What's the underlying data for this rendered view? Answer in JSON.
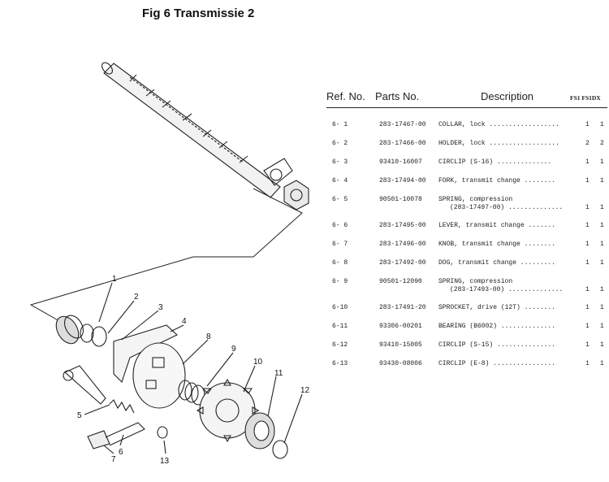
{
  "title": "Fig 6 Transmissie 2",
  "table": {
    "headers": {
      "ref": "Ref. No.",
      "parts": "Parts No.",
      "description": "Description",
      "qty": "FS1 FS1DX"
    },
    "rows": [
      {
        "ref": "6- 1",
        "parts": "283-17467-00",
        "desc": "COLLAR, lock ..................",
        "desc2": "",
        "q1": "1",
        "q2": "1"
      },
      {
        "ref": "6- 2",
        "parts": "283-17466-00",
        "desc": "HOLDER, lock ..................",
        "desc2": "",
        "q1": "2",
        "q2": "2"
      },
      {
        "ref": "6- 3",
        "parts": "93410-16007",
        "desc": "CIRCLIP (S-16) ..............",
        "desc2": "",
        "q1": "1",
        "q2": "1"
      },
      {
        "ref": "6- 4",
        "parts": "283-17494-00",
        "desc": "FORK, transmit change ........",
        "desc2": "",
        "q1": "1",
        "q2": "1"
      },
      {
        "ref": "6- 5",
        "parts": "90501-10078",
        "desc": "SPRING, compression",
        "desc2": "(283-17497-00) ..............",
        "q1": "1",
        "q2": "1"
      },
      {
        "ref": "6- 6",
        "parts": "283-17495-00",
        "desc": "LEVER, transmit change .......",
        "desc2": "",
        "q1": "1",
        "q2": "1"
      },
      {
        "ref": "6- 7",
        "parts": "283-17496-00",
        "desc": "KNOB, transmit change ........",
        "desc2": "",
        "q1": "1",
        "q2": "1"
      },
      {
        "ref": "6- 8",
        "parts": "283-17492-00",
        "desc": "DOG, transmit change .........",
        "desc2": "",
        "q1": "1",
        "q2": "1"
      },
      {
        "ref": "6- 9",
        "parts": "90501-12090",
        "desc": "SPRING, compression",
        "desc2": "(283-17493-00) ..............",
        "q1": "1",
        "q2": "1"
      },
      {
        "ref": "6-10",
        "parts": "283-17491-20",
        "desc": "SPROCKET, drive (12T) ........",
        "desc2": "",
        "q1": "1",
        "q2": "1"
      },
      {
        "ref": "6-11",
        "parts": "93306-00201",
        "desc": "BEARING (B6002) ..............",
        "desc2": "",
        "q1": "1",
        "q2": "1"
      },
      {
        "ref": "6-12",
        "parts": "93410-15005",
        "desc": "CIRCLIP (S-15) ...............",
        "desc2": "",
        "q1": "1",
        "q2": "1"
      },
      {
        "ref": "6-13",
        "parts": "93430-08006",
        "desc": "CIRCLIP (E-8) ................",
        "desc2": "",
        "q1": "1",
        "q2": "1"
      }
    ]
  },
  "callouts": [
    "1",
    "2",
    "3",
    "4",
    "5",
    "6",
    "7",
    "8",
    "9",
    "10",
    "11",
    "12",
    "13"
  ]
}
